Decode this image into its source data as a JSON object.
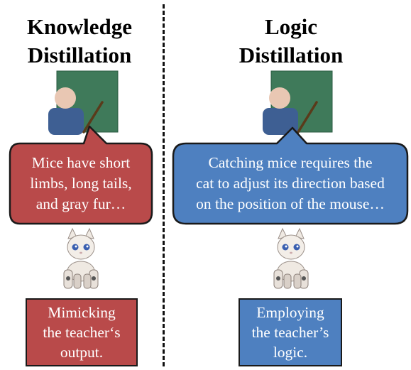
{
  "colors": {
    "red": "#b94a4a",
    "blue": "#4e80c0",
    "board": "#3f7a5a",
    "teacher_body": "#3e5f93",
    "teacher_head": "#e9c7b3"
  },
  "left": {
    "title": [
      "Knowledge",
      "Distillation"
    ],
    "speech": [
      "Mice have short",
      "limbs, long tails,",
      "and gray fur…"
    ],
    "output": [
      "Mimicking",
      "the teacher‘s",
      "output."
    ]
  },
  "right": {
    "title": [
      "Logic",
      "Distillation"
    ],
    "speech": [
      "Catching mice requires the",
      "cat to adjust its direction based",
      "on the position of the mouse…"
    ],
    "output": [
      "Employing",
      "the teacher’s",
      "logic."
    ]
  },
  "icons": [
    "teacher-icon",
    "robot-cat-icon"
  ]
}
